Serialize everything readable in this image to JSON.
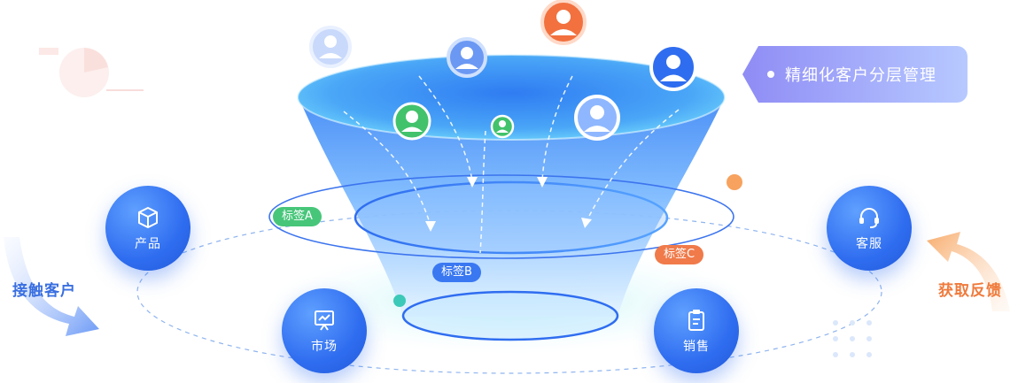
{
  "banner": {
    "title": "精细化客户分层管理"
  },
  "nodes": {
    "product": "产品",
    "market": "市场",
    "service": "客服",
    "sales": "销售"
  },
  "tags": {
    "a": "标签A",
    "b": "标签B",
    "c": "标签C"
  },
  "left_arrow": {
    "label": "接触客户"
  },
  "right_arrow": {
    "label": "获取反馈"
  },
  "colors": {
    "primary_blue": "#2f6df0",
    "tag_green": "#47c67a",
    "tag_blue": "#3a78f2",
    "tag_orange": "#f07a4a",
    "avatar_orange": "#f2713f",
    "avatar_green": "#42c26b"
  }
}
